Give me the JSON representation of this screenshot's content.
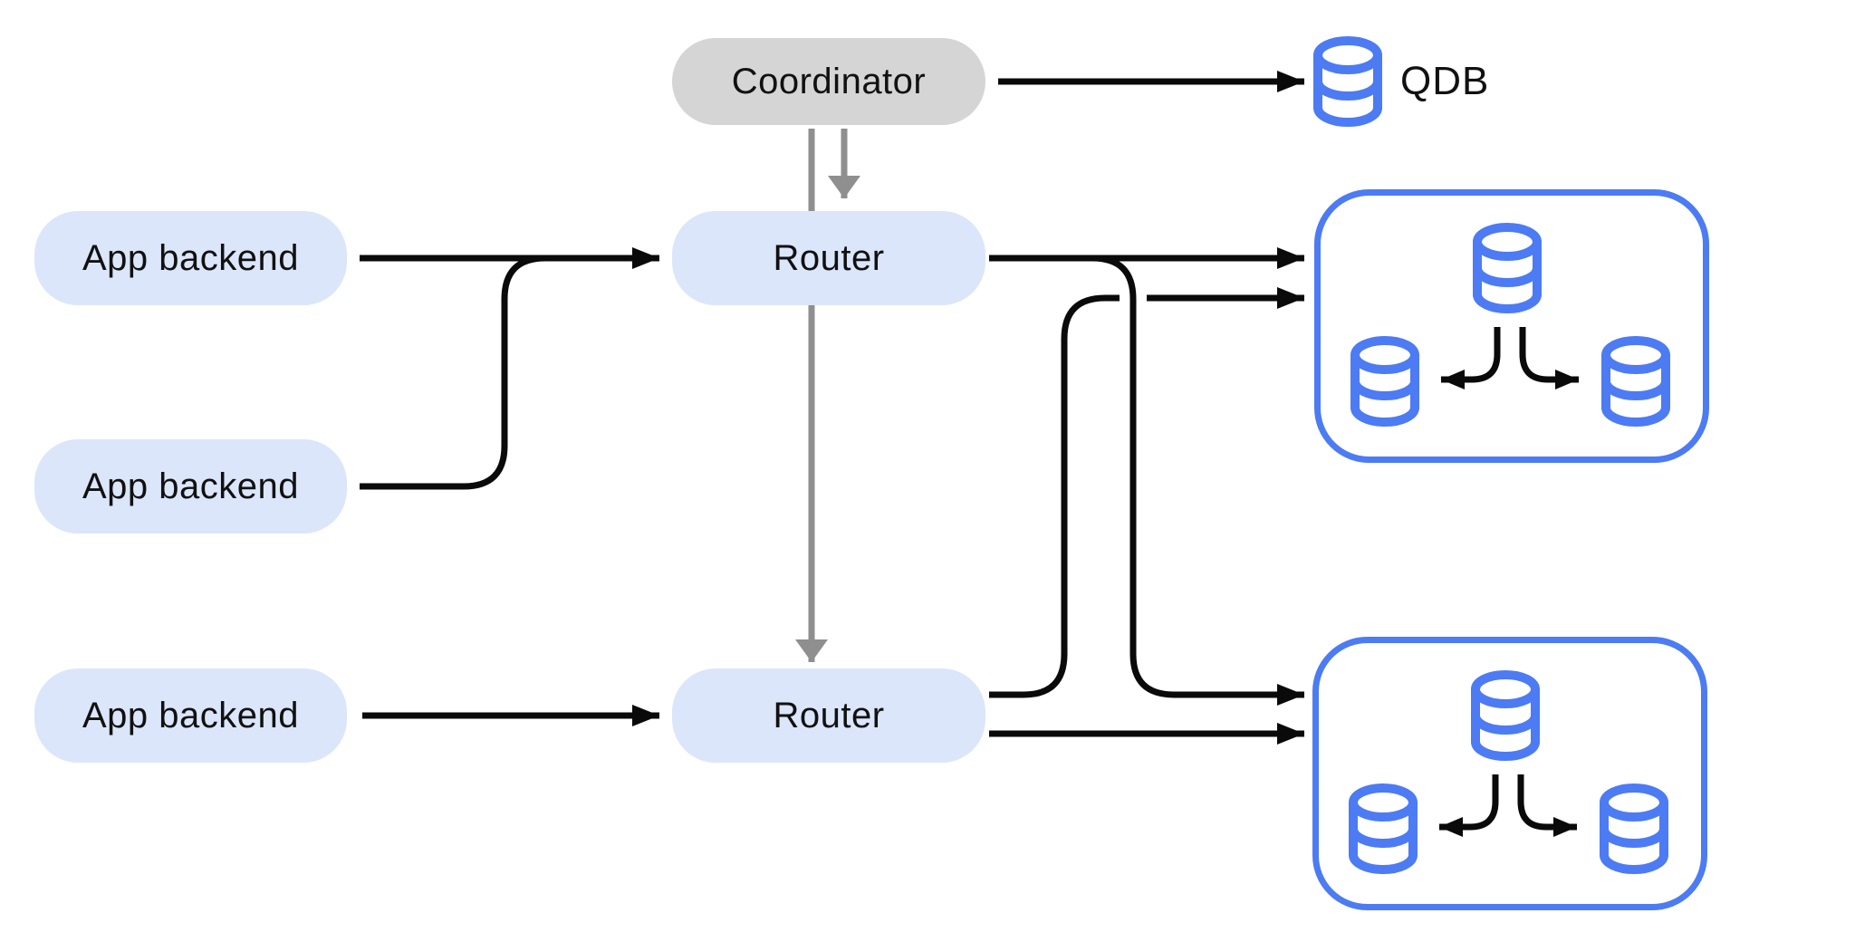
{
  "page": {
    "type": "architecture-diagram",
    "background": "#ffffff"
  },
  "colors": {
    "accent_blue": "#4c7bf3",
    "pill_blue_bg": "#dce6fb",
    "pill_gray_bg": "#d5d5d5",
    "connector_black": "#0a0a0a",
    "connector_gray": "#8f8f8f",
    "text_color": "#111111",
    "canvas_bg": "#ffffff"
  },
  "nodes": {
    "coordinator": {
      "label": "Coordinator"
    },
    "qdb": {
      "label": "QDB",
      "icon": "database-icon"
    },
    "app_backends": [
      {
        "label": "App backend"
      },
      {
        "label": "App backend"
      },
      {
        "label": "App backend"
      }
    ],
    "routers": [
      {
        "label": "Router"
      },
      {
        "label": "Router"
      }
    ],
    "shard_clusters": [
      {
        "name": "shard-cluster-1",
        "primary_databases": 1,
        "replica_databases": 2
      },
      {
        "name": "shard-cluster-2",
        "primary_databases": 1,
        "replica_databases": 2
      }
    ]
  },
  "edges": [
    {
      "from": "coordinator",
      "to": "qdb",
      "style": "black-arrow"
    },
    {
      "from": "coordinator",
      "to": "router-1",
      "style": "gray-arrow"
    },
    {
      "from": "coordinator",
      "to": "router-2",
      "style": "gray-arrow"
    },
    {
      "from": "app-backend-1",
      "to": "router-1",
      "style": "black-arrow"
    },
    {
      "from": "app-backend-2",
      "to": "router-1",
      "style": "black-arrow",
      "note": "merges into app-backend-1 arrow"
    },
    {
      "from": "app-backend-3",
      "to": "router-2",
      "style": "black-arrow"
    },
    {
      "from": "router-1",
      "to": "shard-cluster-1",
      "style": "black-arrow"
    },
    {
      "from": "router-1",
      "to": "shard-cluster-2",
      "style": "black-arrow"
    },
    {
      "from": "router-2",
      "to": "shard-cluster-1",
      "style": "black-arrow"
    },
    {
      "from": "router-2",
      "to": "shard-cluster-2",
      "style": "black-arrow"
    },
    {
      "from": "cluster-primary-db",
      "to": "cluster-replica-db-left",
      "style": "black-arrow"
    },
    {
      "from": "cluster-primary-db",
      "to": "cluster-replica-db-right",
      "style": "black-arrow"
    }
  ]
}
